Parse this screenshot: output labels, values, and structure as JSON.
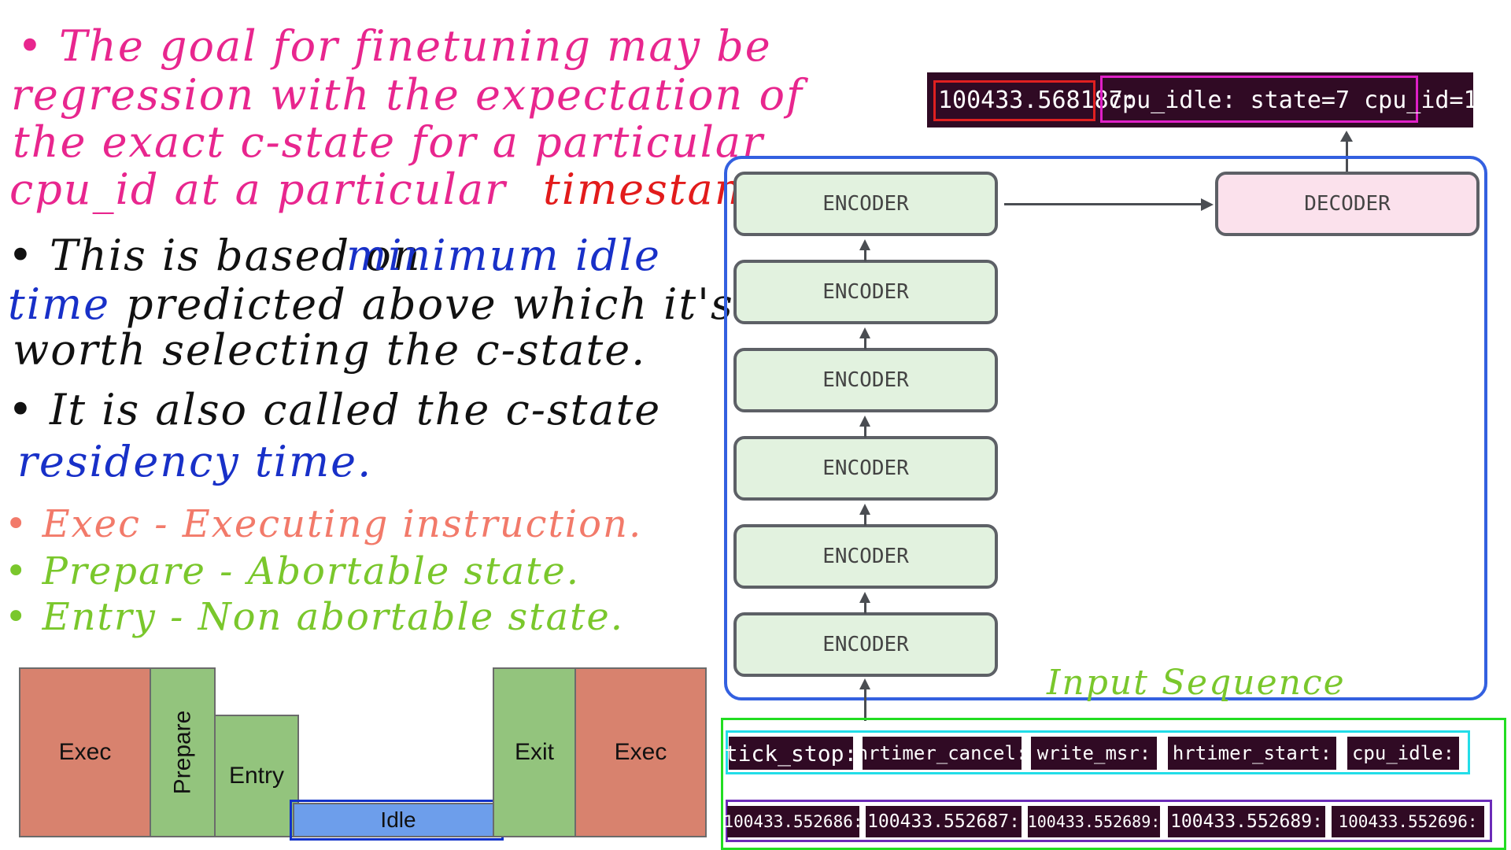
{
  "notes": {
    "goal_lines": [
      "• The goal for finetuning may be",
      "regression with the expectation of",
      "the exact c-state for a particular",
      "cpu_id at a particular"
    ],
    "goal_timestamp": "timestamp.",
    "based_on_prefix": "• This is based on",
    "min_idle_1": "minimum idle",
    "min_idle_2": "time",
    "based_on_rest": "predicted above which it's",
    "based_on_line3": "worth selecting the c-state.",
    "also_called": "• It is also called the c-state",
    "residency": "residency time.",
    "exec_def": "• Exec - Executing instruction.",
    "prepare_def": "• Prepare - Abortable state.",
    "entry_def": "• Entry - Non abortable state.",
    "input_sequence": "Input Sequence"
  },
  "states": {
    "exec_left": "Exec",
    "prepare": "Prepare",
    "entry": "Entry",
    "idle": "Idle",
    "exit": "Exit",
    "exec_right": "Exec"
  },
  "model": {
    "encoders": [
      "ENCODER",
      "ENCODER",
      "ENCODER",
      "ENCODER",
      "ENCODER",
      "ENCODER"
    ],
    "decoder": "DECODER"
  },
  "output": {
    "timestamp": "100433.568187:",
    "event": "cpu_idle: state=7 cpu_id=1"
  },
  "input_tokens": [
    "tick_stop:",
    "hrtimer_cancel:",
    "write_msr:",
    "hrtimer_start:",
    "cpu_idle:"
  ],
  "input_timestamps": [
    "100433.552686:",
    "100433.552687:",
    "100433.552689:",
    "100433.552689:",
    "100433.552696:"
  ],
  "colors": {
    "exec": "#d8826e",
    "green_state": "#93c47d",
    "idle": "#6d9eeb",
    "encoder_fill": "#e2f2df",
    "decoder_fill": "#fbe1ec",
    "frame_blue": "#3360e0",
    "terminal_bg": "#300a24"
  }
}
